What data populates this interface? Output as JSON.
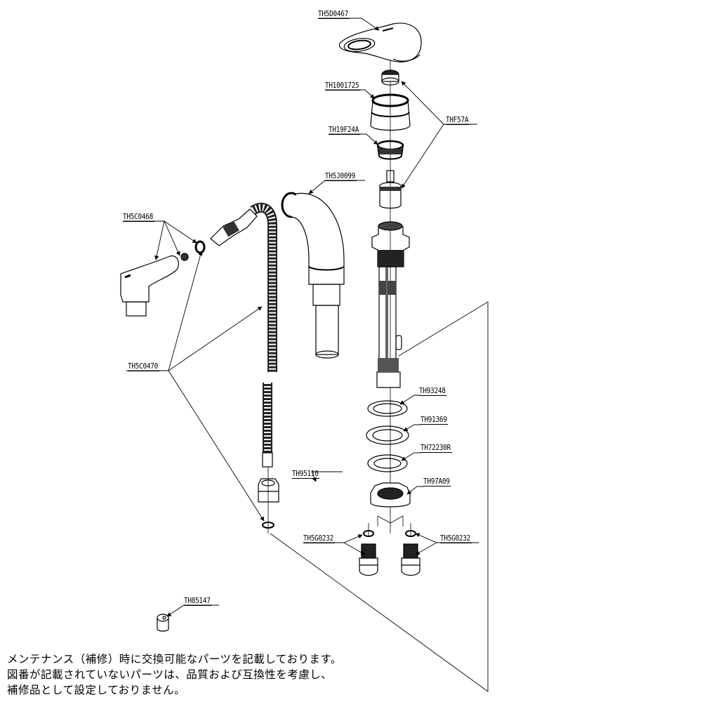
{
  "parts": {
    "lever_handle": "TH5D0467",
    "cover": "TH1001725",
    "cap_nut": "TH19F24A",
    "cartridge": "THF57A",
    "spout": "TH5J0099",
    "shower_head_set": "TH5C0468",
    "hose_set": "TH5C0470",
    "washer_93248": "TH93248",
    "washer_91369": "TH91369",
    "washer_72230r": "TH72230R",
    "fixing_nut": "TH97A09",
    "union_nut": "TH95110",
    "supply_adapter_left": "TH5G0232",
    "supply_adapter_right": "TH5G0232",
    "weight": "TH85147"
  },
  "note": {
    "lines": [
      "メンテナンス（補修）時に交換可能なパーツを記載しております。",
      "図番が記載されていないパーツは、品質および互換性を考慮し、",
      "補修品として設定しておりません。"
    ]
  }
}
